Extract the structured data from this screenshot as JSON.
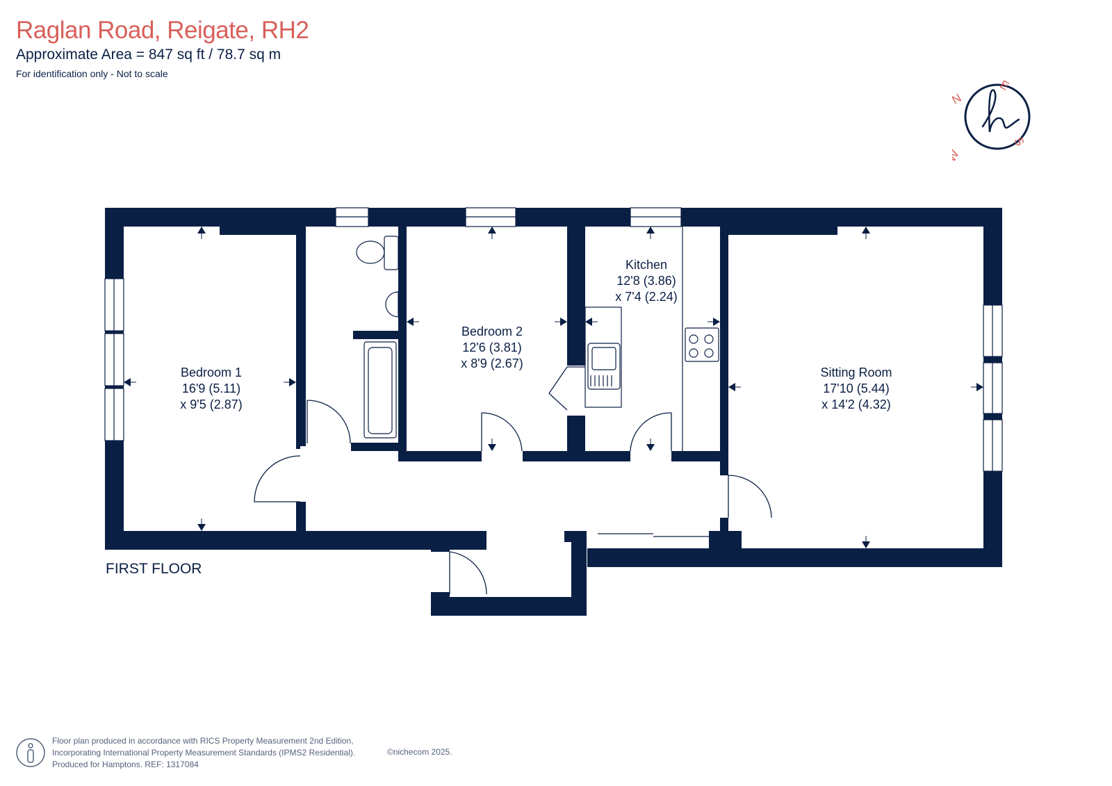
{
  "header": {
    "title": "Raglan Road, Reigate, RH2",
    "area": "Approximate Area = 847  sq ft / 78.7 sq m",
    "note": "For identification only - Not to scale"
  },
  "compass": {
    "n": "N",
    "e": "E",
    "s": "S",
    "w": "W",
    "logo": "h"
  },
  "rooms": [
    {
      "name": "Bedroom 1",
      "dim1": "16'9 (5.11)",
      "dim2": "x 9'5 (2.87)"
    },
    {
      "name": "Bedroom 2",
      "dim1": "12'6 (3.81)",
      "dim2": "x 8'9 (2.67)"
    },
    {
      "name": "Kitchen",
      "dim1": "12'8 (3.86)",
      "dim2": "x 7'4 (2.24)"
    },
    {
      "name": "Sitting Room",
      "dim1": "17'10 (5.44)",
      "dim2": "x 14'2 (4.32)"
    }
  ],
  "floor_label": "FIRST FLOOR",
  "footer": {
    "line1": "Floor plan produced in accordance with RICS Property Measurement 2nd Edition,",
    "line2": "Incorporating International Property Measurement Standards (IPMS2 Residential).",
    "line3": "Produced for Hamptons.   REF:  1317084",
    "copyright": "©nichecom 2025."
  },
  "colors": {
    "wall": "#0a1f44",
    "title": "#d95f5a",
    "footer": "#55627a"
  }
}
